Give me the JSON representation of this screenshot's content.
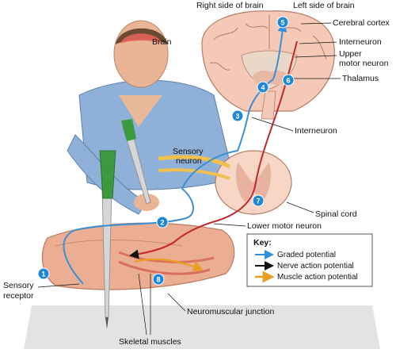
{
  "labels": {
    "right_side_of_brain": "Right side of brain",
    "left_side_of_brain": "Left side of brain",
    "brain": "Brain",
    "cerebral_cortex": "Cerebral cortex",
    "interneuron_top": "Interneuron",
    "upper_motor_neuron_1": "Upper",
    "upper_motor_neuron_2": "motor neuron",
    "thalamus": "Thalamus",
    "interneuron_mid": "Interneuron",
    "sensory_neuron_1": "Sensory",
    "sensory_neuron_2": "neuron",
    "spinal_cord": "Spinal cord",
    "lower_motor_neuron": "Lower motor neuron",
    "sensory_receptor_1": "Sensory",
    "sensory_receptor_2": "receptor",
    "neuromuscular_junction": "Neuromuscular junction",
    "skeletal_muscles": "Skeletal muscles"
  },
  "steps": [
    "1",
    "2",
    "3",
    "4",
    "5",
    "6",
    "7",
    "8"
  ],
  "key": {
    "title": "Key:",
    "items": [
      {
        "label": "Graded potential",
        "color": "#2f8fd8"
      },
      {
        "label": "Nerve action potential",
        "color": "#111111"
      },
      {
        "label": "Muscle action potential",
        "color": "#e8a020"
      }
    ]
  },
  "colors": {
    "step_badge": "#1e88d8",
    "sensory_path": "#3a8fd6",
    "motor_path": "#c0282a",
    "brain_tissue": "#f4c9b8",
    "spinal_cord": "#f7d6c6",
    "shirt": "#8fb0d8"
  }
}
